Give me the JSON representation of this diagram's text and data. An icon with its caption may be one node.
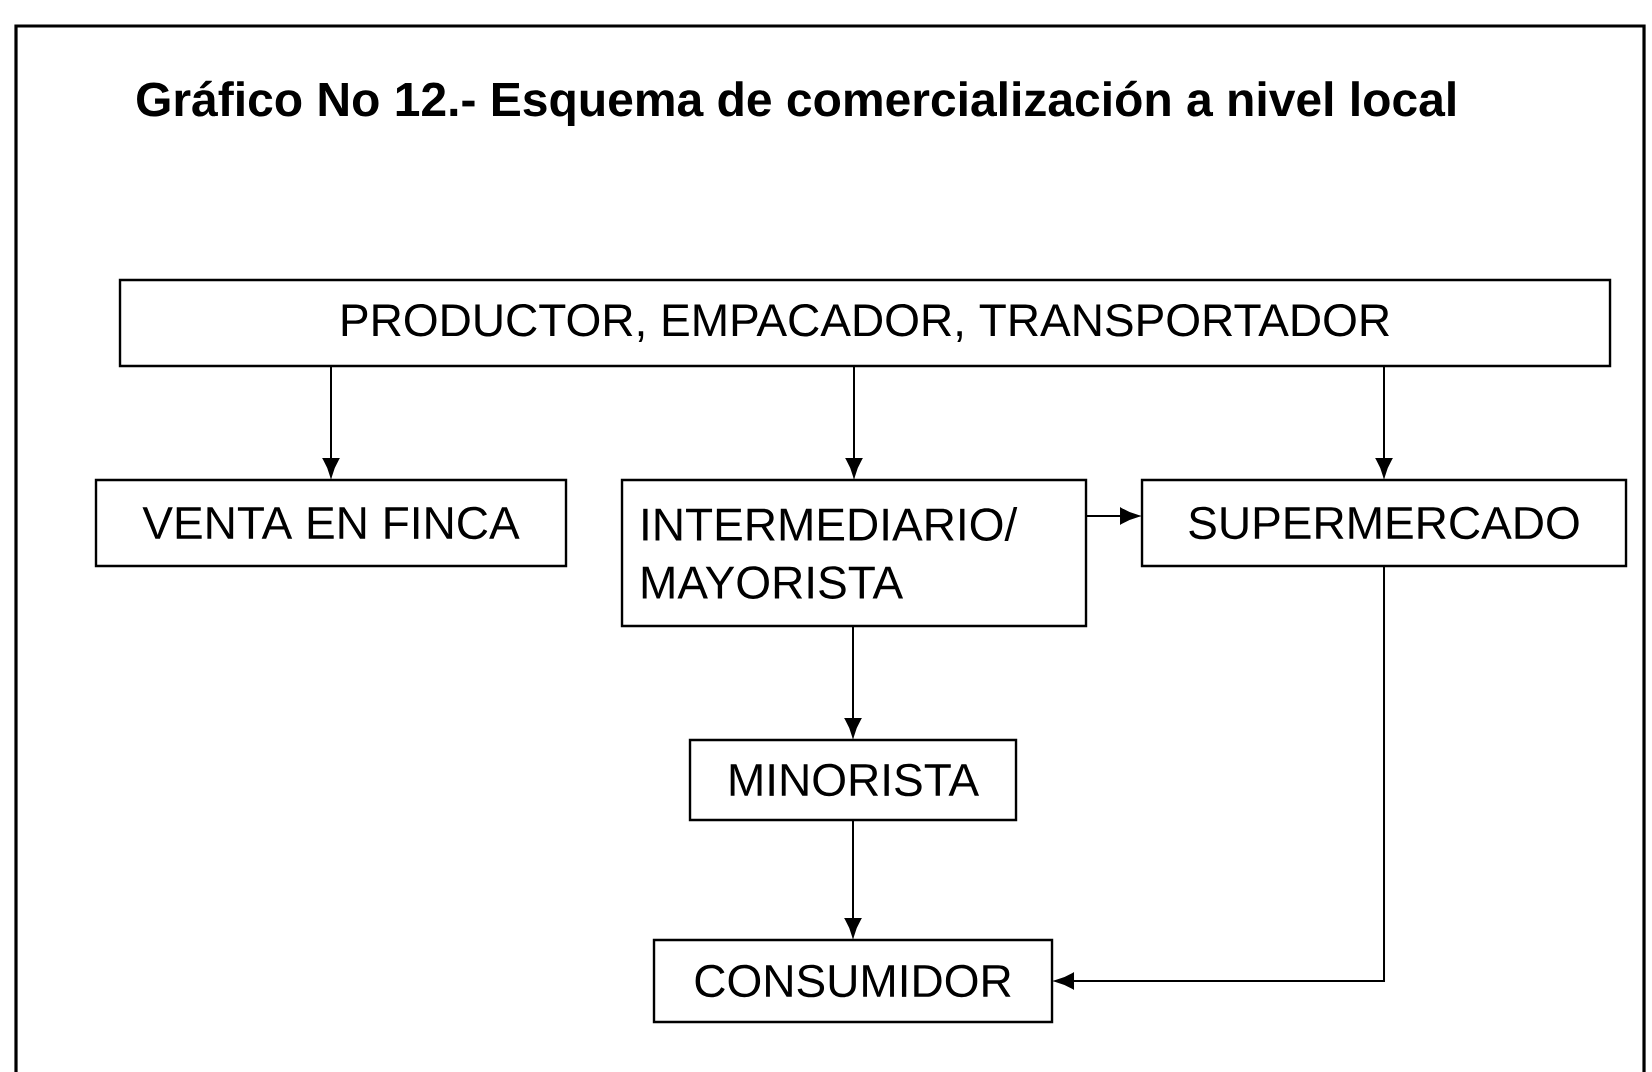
{
  "diagram": {
    "title": "Gráfico No 12.- Esquema de comercialización a nivel local",
    "nodes": [
      {
        "text": [
          "PRODUCTOR, EMPACADOR, TRANSPORTADOR"
        ]
      },
      {
        "text": [
          "VENTA EN FINCA"
        ]
      },
      {
        "text": [
          "INTERMEDIARIO/ MAYORISTA"
        ]
      },
      {
        "text": [
          "SUPERMERCADO"
        ]
      },
      {
        "text": [
          "MINORISTA"
        ]
      },
      {
        "text": [
          "CONSUMIDOR"
        ]
      }
    ],
    "edges": [
      {
        "from": 0,
        "to": 1,
        "arrow": "to"
      },
      {
        "from": 0,
        "to": 2,
        "arrow": "to"
      },
      {
        "from": 0,
        "to": 3,
        "arrow": "to"
      },
      {
        "from": 2,
        "to": 3,
        "arrow": "to"
      },
      {
        "from": 2,
        "to": 4,
        "arrow": "to"
      },
      {
        "from": 4,
        "to": 5,
        "arrow": "to"
      },
      {
        "from": 3,
        "to": 5,
        "arrow": "to"
      }
    ]
  }
}
